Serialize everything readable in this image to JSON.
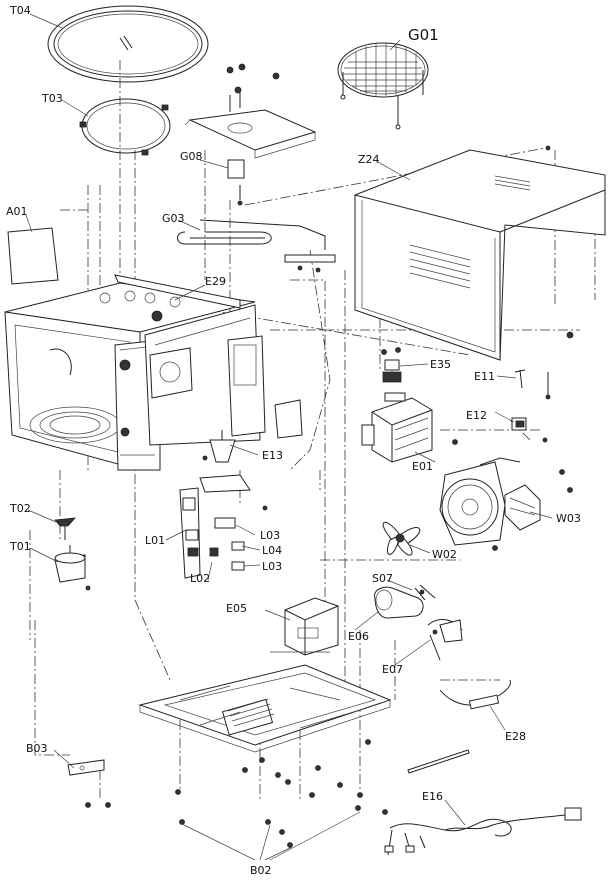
{
  "labels": {
    "T04": "T04",
    "T03": "T03",
    "G01": "G01",
    "G08": "G08",
    "Z24": "Z24",
    "A01": "A01",
    "G03": "G03",
    "E29": "E29",
    "E35": "E35",
    "E11": "E11",
    "E12": "E12",
    "E13": "E13",
    "E01": "E01",
    "T02": "T02",
    "T01": "T01",
    "L01": "L01",
    "L03a": "L03",
    "L04": "L04",
    "L03b": "L03",
    "L02": "L02",
    "W03": "W03",
    "W02": "W02",
    "S07": "S07",
    "E05": "E05",
    "E06": "E06",
    "E07": "E07",
    "E28": "E28",
    "B03": "B03",
    "E16": "E16",
    "B02": "B02"
  }
}
